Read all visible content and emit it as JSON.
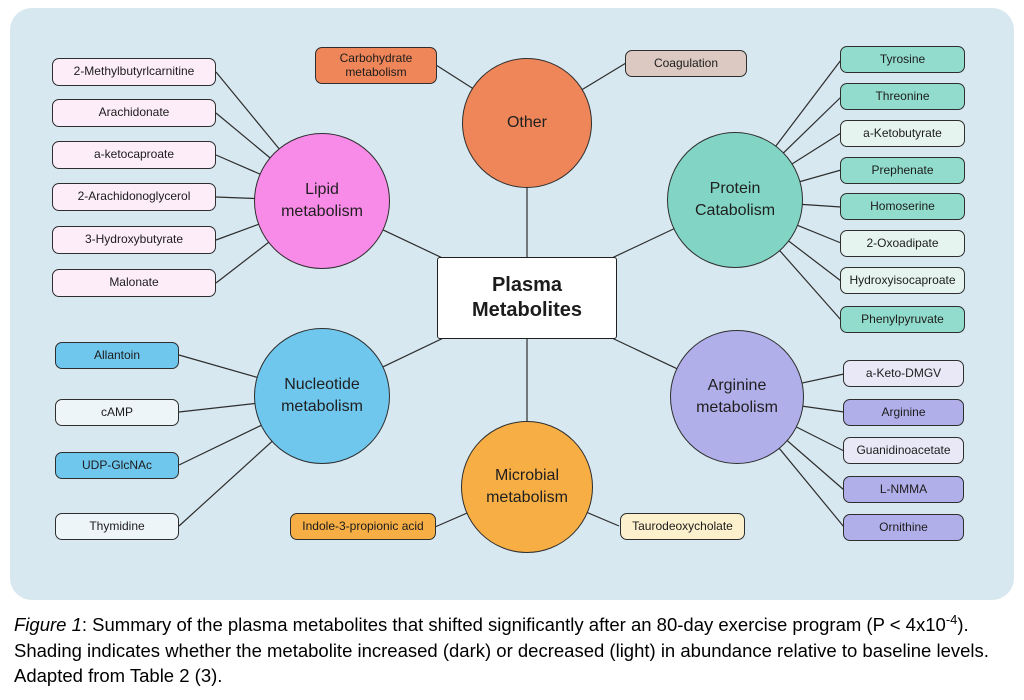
{
  "figure": {
    "center_label": "Plasma Metabolites",
    "categories": [
      {
        "name": "Lipid metabolism",
        "circle_color": "#f98be8",
        "dark_color": "#f98be8",
        "light_color": "#fcedf9",
        "items": [
          {
            "label": "2-Methylbutyrlcarnitine",
            "shade": "light"
          },
          {
            "label": "Arachidonate",
            "shade": "light"
          },
          {
            "label": "a-ketocaproate",
            "shade": "light"
          },
          {
            "label": "2-Arachidonoglycerol",
            "shade": "light"
          },
          {
            "label": "3-Hydroxybutyrate",
            "shade": "light"
          },
          {
            "label": "Malonate",
            "shade": "light"
          }
        ]
      },
      {
        "name": "Other",
        "circle_color": "#ef8659",
        "dark_color": "#ef8659",
        "light_color": "#dbc9c2",
        "items": [
          {
            "label": "Carbohydrate metabolism",
            "shade": "dark"
          },
          {
            "label": "Coagulation",
            "shade": "light"
          }
        ]
      },
      {
        "name": "Protein Catabolism",
        "circle_color": "#82d5c5",
        "dark_color": "#92dccd",
        "light_color": "#e6f4f0",
        "items": [
          {
            "label": "Tyrosine",
            "shade": "dark"
          },
          {
            "label": "Threonine",
            "shade": "dark"
          },
          {
            "label": "a-Ketobutyrate",
            "shade": "light"
          },
          {
            "label": "Prephenate",
            "shade": "dark"
          },
          {
            "label": "Homoserine",
            "shade": "dark"
          },
          {
            "label": "2-Oxoadipate",
            "shade": "light"
          },
          {
            "label": "Hydroxyisocaproate",
            "shade": "light"
          },
          {
            "label": "Phenylpyruvate",
            "shade": "dark"
          }
        ]
      },
      {
        "name": "Nucleotide metabolism",
        "circle_color": "#6fc7ee",
        "dark_color": "#6fc7ee",
        "light_color": "#eef5f9",
        "items": [
          {
            "label": "Allantoin",
            "shade": "dark"
          },
          {
            "label": "cAMP",
            "shade": "light"
          },
          {
            "label": "UDP-GlcNAc",
            "shade": "dark"
          },
          {
            "label": "Thymidine",
            "shade": "light"
          }
        ]
      },
      {
        "name": "Microbial metabolism",
        "circle_color": "#f6ae45",
        "dark_color": "#f6ae45",
        "light_color": "#fdf0cd",
        "items": [
          {
            "label": "Indole-3-propionic acid",
            "shade": "dark"
          },
          {
            "label": "Taurodeoxycholate",
            "shade": "light"
          }
        ]
      },
      {
        "name": "Arginine metabolism",
        "circle_color": "#b1afe9",
        "dark_color": "#b1afe9",
        "light_color": "#e9e8f7",
        "items": [
          {
            "label": "a-Keto-DMGV",
            "shade": "light"
          },
          {
            "label": "Arginine",
            "shade": "dark"
          },
          {
            "label": "Guanidinoacetate",
            "shade": "light"
          },
          {
            "label": "L-NMMA",
            "shade": "dark"
          },
          {
            "label": "Ornithine",
            "shade": "dark"
          }
        ]
      }
    ]
  },
  "caption": {
    "figure_label": "Figure 1",
    "body_1": ": Summary of the plasma metabolites that shifted significantly after an 80-day exercise program (P < 4x10",
    "superscript": "-4",
    "body_2": "). Shading indicates whether the metabolite increased (dark) or decreased (light) in abundance relative to baseline levels. Adapted from Table 2 (3)."
  }
}
